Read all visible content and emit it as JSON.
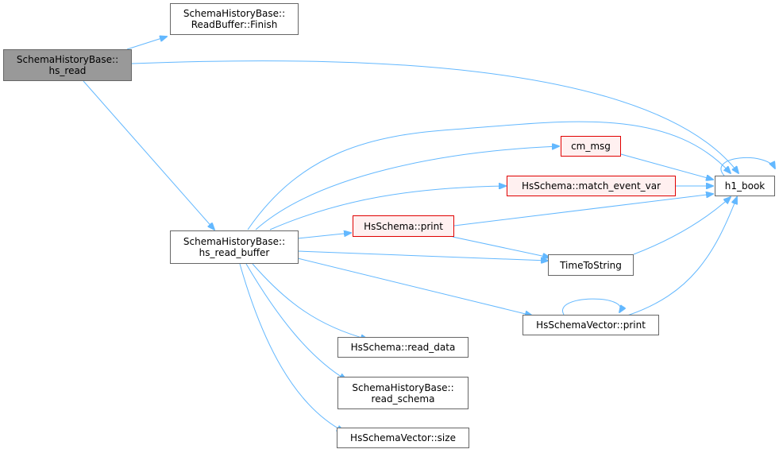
{
  "graph": {
    "nodes": {
      "hs_read": {
        "lines": [
          "SchemaHistoryBase::",
          "hs_read"
        ],
        "state": "current"
      },
      "finish": {
        "lines": [
          "SchemaHistoryBase::",
          "ReadBuffer::Finish"
        ],
        "state": "normal"
      },
      "hs_read_buffer": {
        "lines": [
          "SchemaHistoryBase::",
          "hs_read_buffer"
        ],
        "state": "normal"
      },
      "cm_msg": {
        "lines": [
          "cm_msg"
        ],
        "state": "truncated"
      },
      "match_event_var": {
        "lines": [
          "HsSchema::match_event_var"
        ],
        "state": "truncated"
      },
      "hsschema_print": {
        "lines": [
          "HsSchema::print"
        ],
        "state": "truncated"
      },
      "timetostring": {
        "lines": [
          "TimeToString"
        ],
        "state": "normal"
      },
      "hsschemavector_print": {
        "lines": [
          "HsSchemaVector::print"
        ],
        "state": "normal"
      },
      "h1_book": {
        "lines": [
          "h1_book"
        ],
        "state": "normal"
      },
      "read_data": {
        "lines": [
          "HsSchema::read_data"
        ],
        "state": "normal"
      },
      "read_schema": {
        "lines": [
          "SchemaHistoryBase::",
          "read_schema"
        ],
        "state": "normal"
      },
      "size": {
        "lines": [
          "HsSchemaVector::size"
        ],
        "state": "normal"
      }
    },
    "edges": [
      [
        "hs_read",
        "finish"
      ],
      [
        "hs_read",
        "h1_book"
      ],
      [
        "hs_read",
        "hs_read_buffer"
      ],
      [
        "hs_read_buffer",
        "cm_msg"
      ],
      [
        "hs_read_buffer",
        "match_event_var"
      ],
      [
        "hs_read_buffer",
        "hsschema_print"
      ],
      [
        "hs_read_buffer",
        "timetostring"
      ],
      [
        "hs_read_buffer",
        "hsschemavector_print"
      ],
      [
        "hs_read_buffer",
        "h1_book"
      ],
      [
        "hs_read_buffer",
        "read_data"
      ],
      [
        "hs_read_buffer",
        "read_schema"
      ],
      [
        "hs_read_buffer",
        "size"
      ],
      [
        "cm_msg",
        "h1_book"
      ],
      [
        "match_event_var",
        "h1_book"
      ],
      [
        "hsschema_print",
        "h1_book"
      ],
      [
        "hsschema_print",
        "timetostring"
      ],
      [
        "timetostring",
        "h1_book"
      ],
      [
        "hsschemavector_print",
        "h1_book"
      ],
      [
        "hsschemavector_print",
        "hsschemavector_print"
      ],
      [
        "h1_book",
        "h1_book"
      ]
    ],
    "colors": {
      "edge": "#63b8ff",
      "node_border": "#666666",
      "current_fill": "#999999",
      "truncated_fill": "#fff0f0",
      "truncated_border": "#e00000"
    }
  }
}
